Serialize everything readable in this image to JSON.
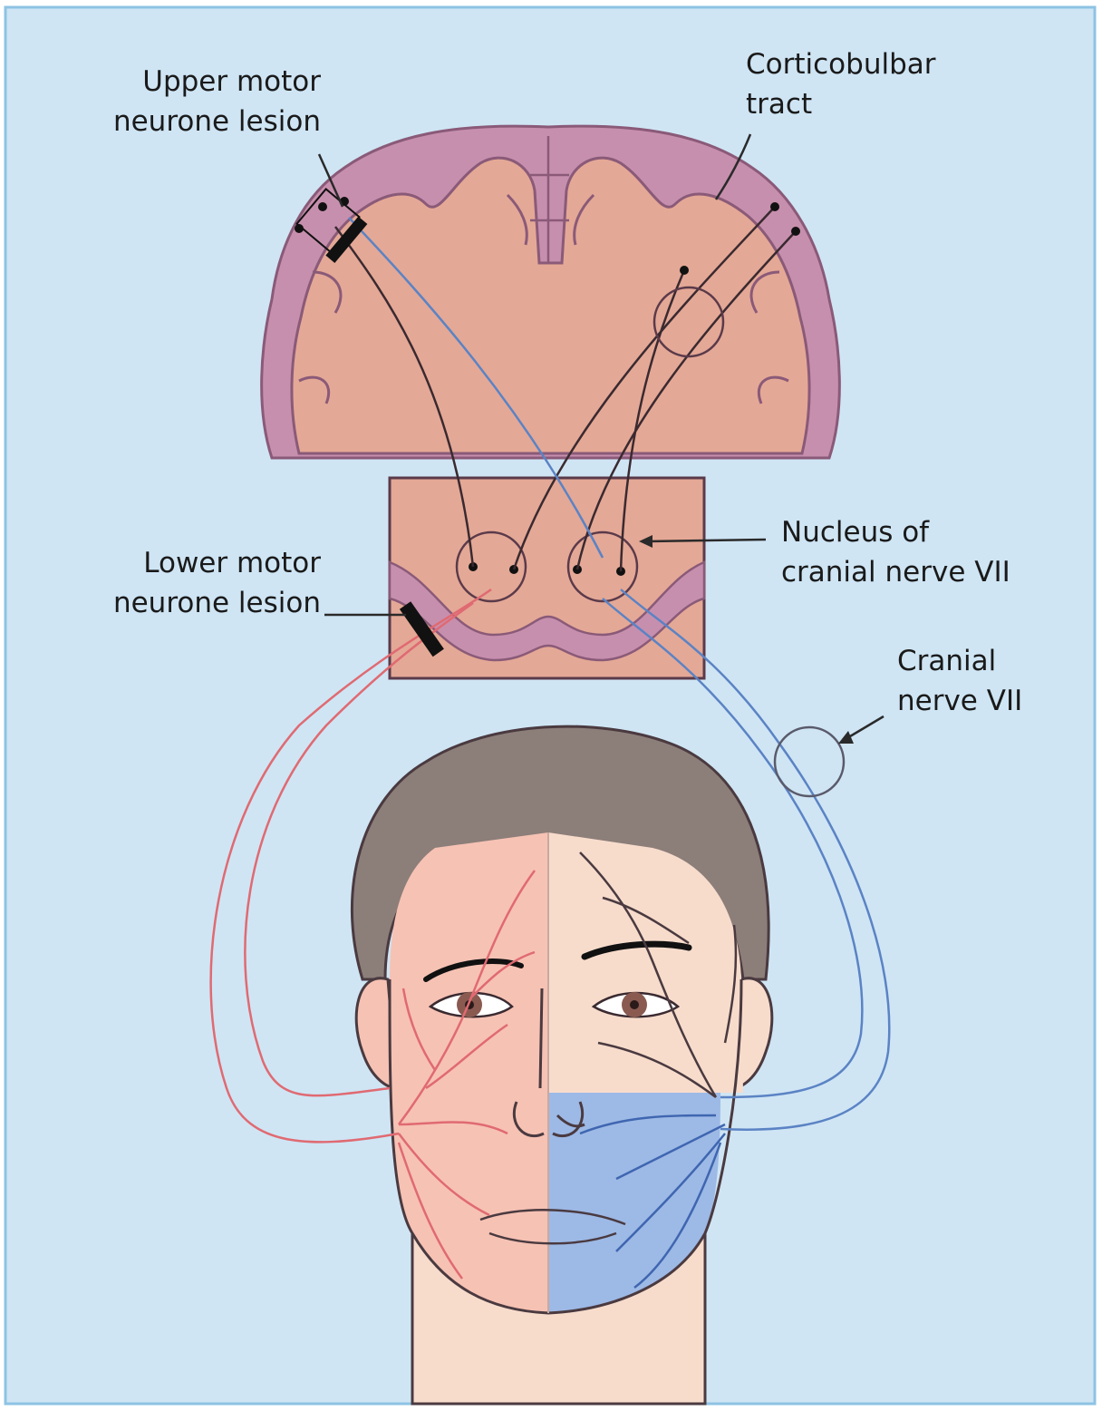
{
  "colors": {
    "background": "#cfe5f4",
    "frame": "#8ec3e3",
    "cortex": "#c78fae",
    "white_matter": "#e4a896",
    "outline": "#8a5a78",
    "brainstem": "#e4a896",
    "hair": "#8c7e79",
    "skin_light": "#f7dccc",
    "skin_red": "#f6c2b4",
    "skin_blue": "#9db9e6",
    "nerve_red": "#e06a72",
    "nerve_blue": "#5b83c4",
    "nerve_dark": "#4a3a40",
    "lesion": "#111111"
  },
  "labels": {
    "upper_motor": [
      "Upper motor",
      "neurone lesion"
    ],
    "corticobulbar": [
      "Corticobulbar",
      "tract"
    ],
    "nucleus": [
      "Nucleus of",
      "cranial nerve VII"
    ],
    "lower_motor": [
      "Lower motor",
      "neurone lesion"
    ],
    "cranial_nerve": [
      "Cranial",
      "nerve VII"
    ]
  }
}
